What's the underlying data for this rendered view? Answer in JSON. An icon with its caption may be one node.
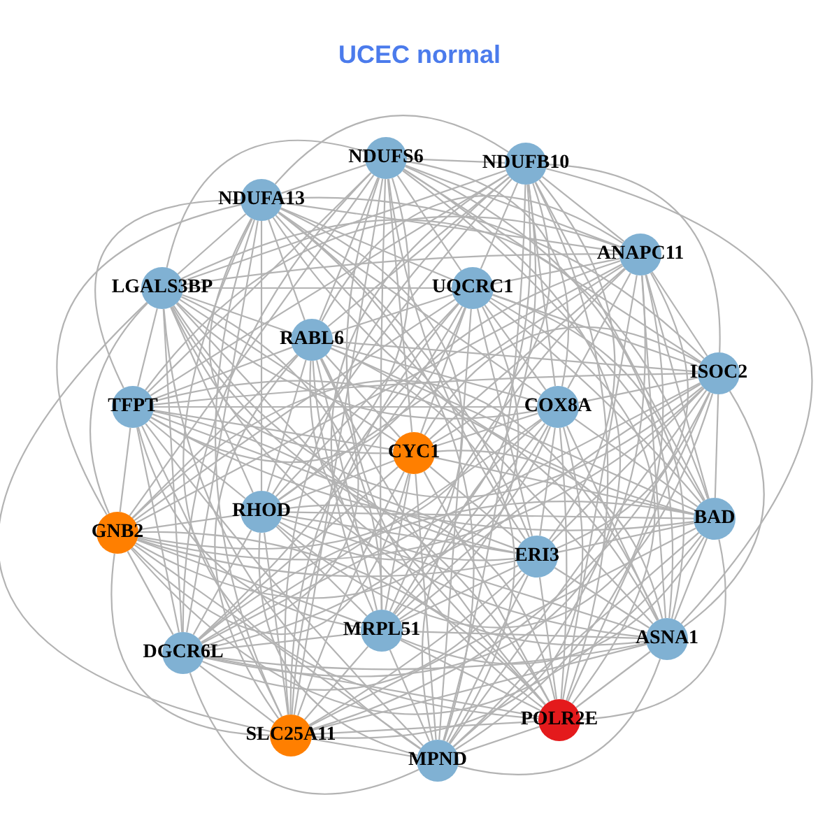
{
  "diagram": {
    "title": "UCEC normal",
    "nodes": [
      {
        "text": [
          "NDUFS6"
        ]
      },
      {
        "text": [
          "NDUFB10"
        ]
      },
      {
        "text": [
          "NDUFA13"
        ]
      },
      {
        "text": [
          "ANAPC11"
        ]
      },
      {
        "text": [
          "LGALS3BP"
        ]
      },
      {
        "text": [
          "UQCRC1"
        ]
      },
      {
        "text": [
          "RABL6"
        ]
      },
      {
        "text": [
          "ISOC2"
        ]
      },
      {
        "text": [
          "TFPT"
        ]
      },
      {
        "text": [
          "COX8A"
        ]
      },
      {
        "text": [
          "CYC1"
        ]
      },
      {
        "text": [
          "RHOD"
        ]
      },
      {
        "text": [
          "BAD"
        ]
      },
      {
        "text": [
          "GNB2"
        ]
      },
      {
        "text": [
          "ERI3"
        ]
      },
      {
        "text": [
          "MRPL51"
        ]
      },
      {
        "text": [
          "ASNA1"
        ]
      },
      {
        "text": [
          "DGCR6L"
        ]
      },
      {
        "text": [
          "POLR2E"
        ]
      },
      {
        "text": [
          "SLC25A11"
        ]
      },
      {
        "text": [
          "MPND"
        ]
      }
    ],
    "edges": [
      {
        "from": 0,
        "to": 1,
        "arrow": "none"
      },
      {
        "from": 0,
        "to": 2,
        "arrow": "none"
      },
      {
        "from": 0,
        "to": 3,
        "arrow": "none"
      },
      {
        "from": 0,
        "to": 4,
        "arrow": "none"
      },
      {
        "from": 0,
        "to": 5,
        "arrow": "none"
      },
      {
        "from": 0,
        "to": 6,
        "arrow": "none"
      },
      {
        "from": 0,
        "to": 7,
        "arrow": "none"
      },
      {
        "from": 0,
        "to": 8,
        "arrow": "none"
      },
      {
        "from": 0,
        "to": 9,
        "arrow": "none"
      },
      {
        "from": 0,
        "to": 10,
        "arrow": "none"
      },
      {
        "from": 0,
        "to": 11,
        "arrow": "none"
      },
      {
        "from": 0,
        "to": 12,
        "arrow": "none"
      },
      {
        "from": 0,
        "to": 13,
        "arrow": "none"
      },
      {
        "from": 0,
        "to": 14,
        "arrow": "none"
      },
      {
        "from": 0,
        "to": 15,
        "arrow": "none"
      },
      {
        "from": 0,
        "to": 16,
        "arrow": "none"
      },
      {
        "from": 0,
        "to": 17,
        "arrow": "none"
      },
      {
        "from": 0,
        "to": 18,
        "arrow": "none"
      },
      {
        "from": 0,
        "to": 19,
        "arrow": "none"
      },
      {
        "from": 0,
        "to": 20,
        "arrow": "none"
      },
      {
        "from": 1,
        "to": 2,
        "arrow": "none"
      },
      {
        "from": 1,
        "to": 3,
        "arrow": "none"
      },
      {
        "from": 1,
        "to": 4,
        "arrow": "none"
      },
      {
        "from": 1,
        "to": 5,
        "arrow": "none"
      },
      {
        "from": 1,
        "to": 6,
        "arrow": "none"
      },
      {
        "from": 1,
        "to": 7,
        "arrow": "none"
      },
      {
        "from": 1,
        "to": 8,
        "arrow": "none"
      },
      {
        "from": 1,
        "to": 9,
        "arrow": "none"
      },
      {
        "from": 1,
        "to": 10,
        "arrow": "none"
      },
      {
        "from": 1,
        "to": 11,
        "arrow": "none"
      },
      {
        "from": 1,
        "to": 12,
        "arrow": "none"
      },
      {
        "from": 1,
        "to": 13,
        "arrow": "none"
      },
      {
        "from": 1,
        "to": 14,
        "arrow": "none"
      },
      {
        "from": 1,
        "to": 15,
        "arrow": "none"
      },
      {
        "from": 1,
        "to": 16,
        "arrow": "none"
      },
      {
        "from": 1,
        "to": 17,
        "arrow": "none"
      },
      {
        "from": 1,
        "to": 18,
        "arrow": "none"
      },
      {
        "from": 1,
        "to": 19,
        "arrow": "none"
      },
      {
        "from": 1,
        "to": 20,
        "arrow": "none"
      },
      {
        "from": 2,
        "to": 3,
        "arrow": "none"
      },
      {
        "from": 2,
        "to": 4,
        "arrow": "none"
      },
      {
        "from": 2,
        "to": 5,
        "arrow": "none"
      },
      {
        "from": 2,
        "to": 6,
        "arrow": "none"
      },
      {
        "from": 2,
        "to": 7,
        "arrow": "none"
      },
      {
        "from": 2,
        "to": 8,
        "arrow": "none"
      },
      {
        "from": 2,
        "to": 9,
        "arrow": "none"
      },
      {
        "from": 2,
        "to": 10,
        "arrow": "none"
      },
      {
        "from": 2,
        "to": 11,
        "arrow": "none"
      },
      {
        "from": 2,
        "to": 12,
        "arrow": "none"
      },
      {
        "from": 2,
        "to": 13,
        "arrow": "none"
      },
      {
        "from": 2,
        "to": 14,
        "arrow": "none"
      },
      {
        "from": 2,
        "to": 15,
        "arrow": "none"
      },
      {
        "from": 2,
        "to": 16,
        "arrow": "none"
      },
      {
        "from": 2,
        "to": 17,
        "arrow": "none"
      },
      {
        "from": 2,
        "to": 18,
        "arrow": "none"
      },
      {
        "from": 2,
        "to": 19,
        "arrow": "none"
      },
      {
        "from": 2,
        "to": 20,
        "arrow": "none"
      },
      {
        "from": 3,
        "to": 4,
        "arrow": "none"
      },
      {
        "from": 3,
        "to": 5,
        "arrow": "none"
      },
      {
        "from": 3,
        "to": 6,
        "arrow": "none"
      },
      {
        "from": 3,
        "to": 7,
        "arrow": "none"
      },
      {
        "from": 3,
        "to": 8,
        "arrow": "none"
      },
      {
        "from": 3,
        "to": 9,
        "arrow": "none"
      },
      {
        "from": 3,
        "to": 10,
        "arrow": "none"
      },
      {
        "from": 3,
        "to": 11,
        "arrow": "none"
      },
      {
        "from": 3,
        "to": 12,
        "arrow": "none"
      },
      {
        "from": 3,
        "to": 13,
        "arrow": "none"
      },
      {
        "from": 3,
        "to": 14,
        "arrow": "none"
      },
      {
        "from": 3,
        "to": 15,
        "arrow": "none"
      },
      {
        "from": 3,
        "to": 16,
        "arrow": "none"
      },
      {
        "from": 3,
        "to": 17,
        "arrow": "none"
      },
      {
        "from": 3,
        "to": 18,
        "arrow": "none"
      },
      {
        "from": 3,
        "to": 19,
        "arrow": "none"
      },
      {
        "from": 3,
        "to": 20,
        "arrow": "none"
      },
      {
        "from": 4,
        "to": 5,
        "arrow": "none"
      },
      {
        "from": 4,
        "to": 6,
        "arrow": "none"
      },
      {
        "from": 4,
        "to": 7,
        "arrow": "none"
      },
      {
        "from": 4,
        "to": 8,
        "arrow": "none"
      },
      {
        "from": 4,
        "to": 9,
        "arrow": "none"
      },
      {
        "from": 4,
        "to": 10,
        "arrow": "none"
      },
      {
        "from": 4,
        "to": 11,
        "arrow": "none"
      },
      {
        "from": 4,
        "to": 12,
        "arrow": "none"
      },
      {
        "from": 4,
        "to": 13,
        "arrow": "none"
      },
      {
        "from": 4,
        "to": 14,
        "arrow": "none"
      },
      {
        "from": 4,
        "to": 15,
        "arrow": "none"
      },
      {
        "from": 4,
        "to": 16,
        "arrow": "none"
      },
      {
        "from": 4,
        "to": 17,
        "arrow": "none"
      },
      {
        "from": 4,
        "to": 18,
        "arrow": "none"
      },
      {
        "from": 4,
        "to": 19,
        "arrow": "none"
      },
      {
        "from": 4,
        "to": 20,
        "arrow": "none"
      },
      {
        "from": 5,
        "to": 6,
        "arrow": "none"
      },
      {
        "from": 5,
        "to": 7,
        "arrow": "none"
      },
      {
        "from": 5,
        "to": 8,
        "arrow": "none"
      },
      {
        "from": 5,
        "to": 9,
        "arrow": "none"
      },
      {
        "from": 5,
        "to": 10,
        "arrow": "none"
      },
      {
        "from": 5,
        "to": 11,
        "arrow": "none"
      },
      {
        "from": 5,
        "to": 12,
        "arrow": "none"
      },
      {
        "from": 5,
        "to": 13,
        "arrow": "none"
      },
      {
        "from": 5,
        "to": 14,
        "arrow": "none"
      },
      {
        "from": 5,
        "to": 15,
        "arrow": "none"
      },
      {
        "from": 5,
        "to": 16,
        "arrow": "none"
      },
      {
        "from": 5,
        "to": 17,
        "arrow": "none"
      },
      {
        "from": 5,
        "to": 18,
        "arrow": "none"
      },
      {
        "from": 5,
        "to": 19,
        "arrow": "none"
      },
      {
        "from": 5,
        "to": 20,
        "arrow": "none"
      },
      {
        "from": 6,
        "to": 7,
        "arrow": "none"
      },
      {
        "from": 6,
        "to": 8,
        "arrow": "none"
      },
      {
        "from": 6,
        "to": 9,
        "arrow": "none"
      },
      {
        "from": 6,
        "to": 10,
        "arrow": "none"
      },
      {
        "from": 6,
        "to": 11,
        "arrow": "none"
      },
      {
        "from": 6,
        "to": 12,
        "arrow": "none"
      },
      {
        "from": 6,
        "to": 13,
        "arrow": "none"
      },
      {
        "from": 6,
        "to": 14,
        "arrow": "none"
      },
      {
        "from": 6,
        "to": 15,
        "arrow": "none"
      },
      {
        "from": 6,
        "to": 16,
        "arrow": "none"
      },
      {
        "from": 6,
        "to": 17,
        "arrow": "none"
      },
      {
        "from": 6,
        "to": 18,
        "arrow": "none"
      },
      {
        "from": 6,
        "to": 19,
        "arrow": "none"
      },
      {
        "from": 6,
        "to": 20,
        "arrow": "none"
      },
      {
        "from": 7,
        "to": 8,
        "arrow": "none"
      },
      {
        "from": 7,
        "to": 9,
        "arrow": "none"
      },
      {
        "from": 7,
        "to": 10,
        "arrow": "none"
      },
      {
        "from": 7,
        "to": 11,
        "arrow": "none"
      },
      {
        "from": 7,
        "to": 12,
        "arrow": "none"
      },
      {
        "from": 7,
        "to": 13,
        "arrow": "none"
      },
      {
        "from": 7,
        "to": 14,
        "arrow": "none"
      },
      {
        "from": 7,
        "to": 15,
        "arrow": "none"
      },
      {
        "from": 7,
        "to": 16,
        "arrow": "none"
      },
      {
        "from": 7,
        "to": 17,
        "arrow": "none"
      },
      {
        "from": 7,
        "to": 18,
        "arrow": "none"
      },
      {
        "from": 7,
        "to": 19,
        "arrow": "none"
      },
      {
        "from": 7,
        "to": 20,
        "arrow": "none"
      },
      {
        "from": 8,
        "to": 9,
        "arrow": "none"
      },
      {
        "from": 8,
        "to": 10,
        "arrow": "none"
      },
      {
        "from": 8,
        "to": 11,
        "arrow": "none"
      },
      {
        "from": 8,
        "to": 12,
        "arrow": "none"
      },
      {
        "from": 8,
        "to": 13,
        "arrow": "none"
      },
      {
        "from": 8,
        "to": 14,
        "arrow": "none"
      },
      {
        "from": 8,
        "to": 15,
        "arrow": "none"
      },
      {
        "from": 8,
        "to": 16,
        "arrow": "none"
      },
      {
        "from": 8,
        "to": 17,
        "arrow": "none"
      },
      {
        "from": 8,
        "to": 18,
        "arrow": "none"
      },
      {
        "from": 8,
        "to": 19,
        "arrow": "none"
      },
      {
        "from": 8,
        "to": 20,
        "arrow": "none"
      },
      {
        "from": 9,
        "to": 10,
        "arrow": "none"
      },
      {
        "from": 9,
        "to": 11,
        "arrow": "none"
      },
      {
        "from": 9,
        "to": 12,
        "arrow": "none"
      },
      {
        "from": 9,
        "to": 13,
        "arrow": "none"
      },
      {
        "from": 9,
        "to": 14,
        "arrow": "none"
      },
      {
        "from": 9,
        "to": 15,
        "arrow": "none"
      },
      {
        "from": 9,
        "to": 16,
        "arrow": "none"
      },
      {
        "from": 9,
        "to": 17,
        "arrow": "none"
      },
      {
        "from": 9,
        "to": 18,
        "arrow": "none"
      },
      {
        "from": 9,
        "to": 19,
        "arrow": "none"
      },
      {
        "from": 9,
        "to": 20,
        "arrow": "none"
      },
      {
        "from": 10,
        "to": 11,
        "arrow": "none"
      },
      {
        "from": 10,
        "to": 12,
        "arrow": "none"
      },
      {
        "from": 10,
        "to": 13,
        "arrow": "none"
      },
      {
        "from": 10,
        "to": 14,
        "arrow": "none"
      },
      {
        "from": 10,
        "to": 15,
        "arrow": "none"
      },
      {
        "from": 10,
        "to": 16,
        "arrow": "none"
      },
      {
        "from": 10,
        "to": 17,
        "arrow": "none"
      },
      {
        "from": 10,
        "to": 18,
        "arrow": "none"
      },
      {
        "from": 10,
        "to": 19,
        "arrow": "none"
      },
      {
        "from": 10,
        "to": 20,
        "arrow": "none"
      },
      {
        "from": 11,
        "to": 12,
        "arrow": "none"
      },
      {
        "from": 11,
        "to": 13,
        "arrow": "none"
      },
      {
        "from": 11,
        "to": 14,
        "arrow": "none"
      },
      {
        "from": 11,
        "to": 15,
        "arrow": "none"
      },
      {
        "from": 11,
        "to": 16,
        "arrow": "none"
      },
      {
        "from": 11,
        "to": 17,
        "arrow": "none"
      },
      {
        "from": 11,
        "to": 18,
        "arrow": "none"
      },
      {
        "from": 11,
        "to": 19,
        "arrow": "none"
      },
      {
        "from": 11,
        "to": 20,
        "arrow": "none"
      },
      {
        "from": 12,
        "to": 13,
        "arrow": "none"
      },
      {
        "from": 12,
        "to": 14,
        "arrow": "none"
      },
      {
        "from": 12,
        "to": 15,
        "arrow": "none"
      },
      {
        "from": 12,
        "to": 16,
        "arrow": "none"
      },
      {
        "from": 12,
        "to": 17,
        "arrow": "none"
      },
      {
        "from": 12,
        "to": 18,
        "arrow": "none"
      },
      {
        "from": 12,
        "to": 19,
        "arrow": "none"
      },
      {
        "from": 12,
        "to": 20,
        "arrow": "none"
      },
      {
        "from": 13,
        "to": 14,
        "arrow": "none"
      },
      {
        "from": 13,
        "to": 15,
        "arrow": "none"
      },
      {
        "from": 13,
        "to": 16,
        "arrow": "none"
      },
      {
        "from": 13,
        "to": 17,
        "arrow": "none"
      },
      {
        "from": 13,
        "to": 18,
        "arrow": "none"
      },
      {
        "from": 13,
        "to": 19,
        "arrow": "none"
      },
      {
        "from": 13,
        "to": 20,
        "arrow": "none"
      },
      {
        "from": 14,
        "to": 15,
        "arrow": "none"
      },
      {
        "from": 14,
        "to": 16,
        "arrow": "none"
      },
      {
        "from": 14,
        "to": 17,
        "arrow": "none"
      },
      {
        "from": 14,
        "to": 18,
        "arrow": "none"
      },
      {
        "from": 14,
        "to": 19,
        "arrow": "none"
      },
      {
        "from": 14,
        "to": 20,
        "arrow": "none"
      },
      {
        "from": 15,
        "to": 16,
        "arrow": "none"
      },
      {
        "from": 15,
        "to": 17,
        "arrow": "none"
      },
      {
        "from": 15,
        "to": 18,
        "arrow": "none"
      },
      {
        "from": 15,
        "to": 19,
        "arrow": "none"
      },
      {
        "from": 15,
        "to": 20,
        "arrow": "none"
      },
      {
        "from": 16,
        "to": 17,
        "arrow": "none"
      },
      {
        "from": 16,
        "to": 18,
        "arrow": "none"
      },
      {
        "from": 16,
        "to": 19,
        "arrow": "none"
      },
      {
        "from": 16,
        "to": 20,
        "arrow": "none"
      },
      {
        "from": 17,
        "to": 18,
        "arrow": "none"
      },
      {
        "from": 17,
        "to": 19,
        "arrow": "none"
      },
      {
        "from": 17,
        "to": 20,
        "arrow": "none"
      },
      {
        "from": 18,
        "to": 19,
        "arrow": "none"
      },
      {
        "from": 18,
        "to": 20,
        "arrow": "none"
      },
      {
        "from": 19,
        "to": 20,
        "arrow": "none"
      }
    ]
  }
}
